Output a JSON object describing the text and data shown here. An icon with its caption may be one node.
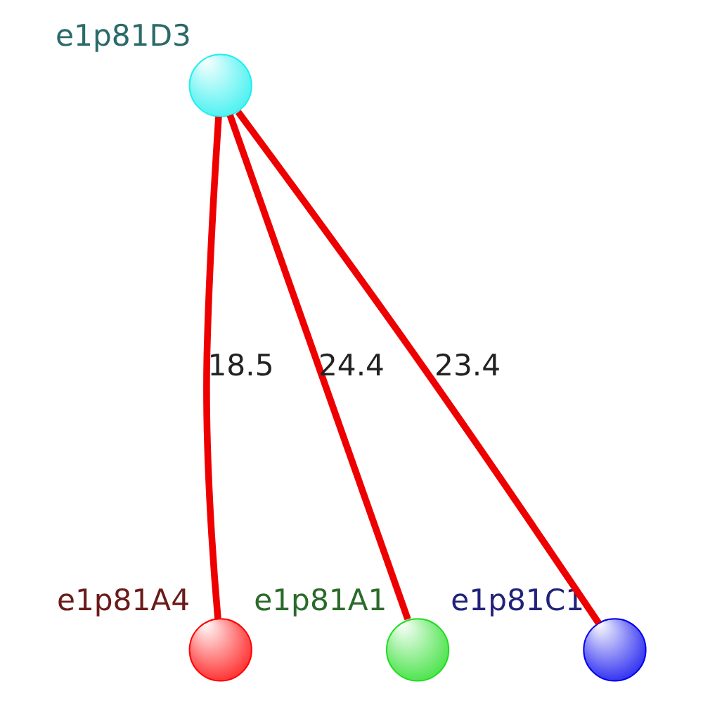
{
  "diagram": {
    "nodes": [
      {
        "text": [],
        "shape": "circle",
        "beside": [
          "e1p81A4"
        ]
      },
      {
        "text": [],
        "shape": "circle",
        "beside": [
          "e1p81A1"
        ]
      },
      {
        "text": [],
        "shape": "circle",
        "beside": [
          "e1p81C1"
        ]
      },
      {
        "text": [],
        "shape": "circle",
        "beside": [
          "e1p81D3"
        ]
      }
    ],
    "edges": [
      {
        "from": 3,
        "to": 0,
        "arrow": "none",
        "label": "18.5"
      },
      {
        "from": 3,
        "to": 1,
        "arrow": "none",
        "label": "24.4"
      },
      {
        "from": 3,
        "to": 2,
        "arrow": "none",
        "label": "23.4"
      }
    ]
  }
}
